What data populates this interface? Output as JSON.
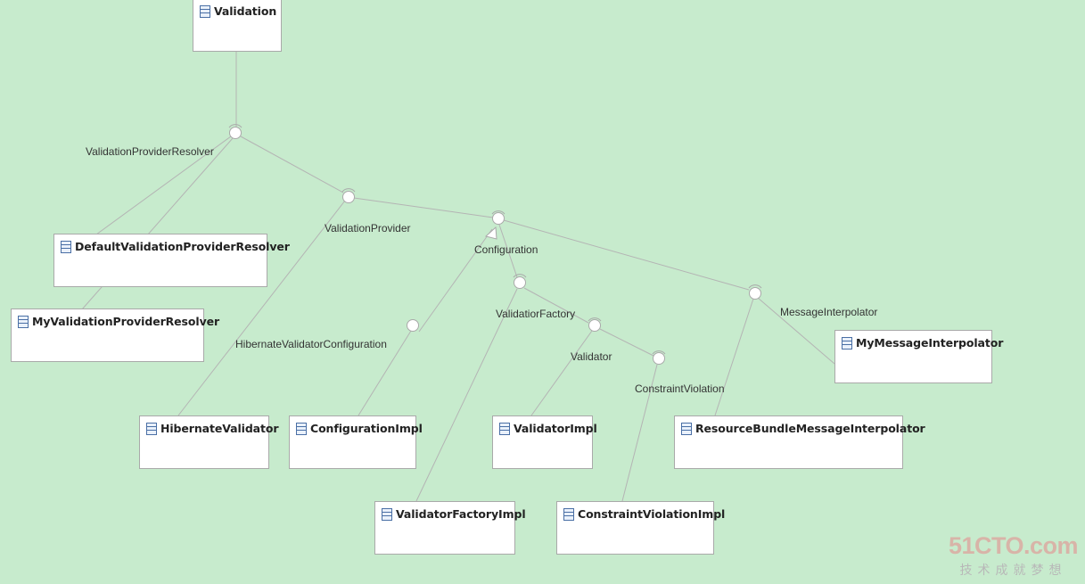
{
  "classes": {
    "validation": "Validation",
    "default_resolver": "DefaultValidationProviderResolver",
    "my_resolver": "MyValidationProviderResolver",
    "hibernate_validator": "HibernateValidator",
    "configuration_impl": "ConfigurationImpl",
    "validator_factory_impl": "ValidatorFactoryImpl",
    "validator_impl": "ValidatorImpl",
    "constraint_violation_impl": "ConstraintViolationImpl",
    "resource_bundle_interpolator": "ResourceBundleMessageInterpolator",
    "my_message_interpolator": "MyMessageInterpolator"
  },
  "interfaces": {
    "validation_provider_resolver": "ValidationProviderResolver",
    "validation_provider": "ValidationProvider",
    "hibernate_validator_configuration": "HibernateValidatorConfiguration",
    "configuration": "Configuration",
    "validatior_factory": "ValidatiorFactory",
    "validator": "Validator",
    "constraint_violation": "ConstraintViolation",
    "message_interpolator": "MessageInterpolator"
  },
  "icon": "class-icon",
  "colors": {
    "background": "#c7ebcd",
    "box_fill": "#ffffff",
    "box_border": "#a9a9a9",
    "connector": "#b4b4b4"
  },
  "watermark": {
    "main": "51CTO.com",
    "sub": "技术成就梦想"
  }
}
